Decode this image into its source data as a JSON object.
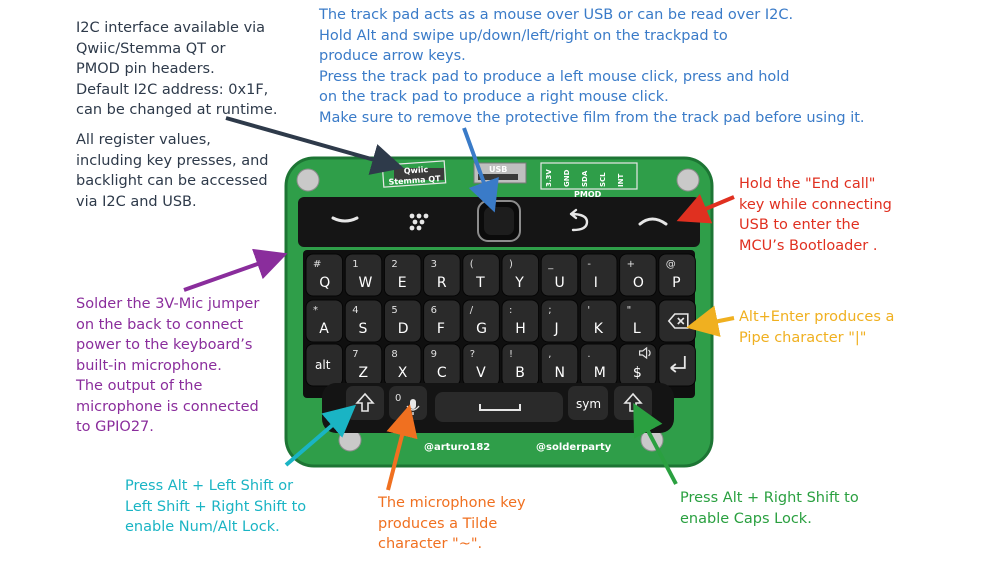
{
  "colors": {
    "i2c_note": "#2e3a4a",
    "register_note": "#2e3a4a",
    "trackpad_note": "#3a7bc8",
    "mic_jumper_note": "#8a2d9c",
    "end_call_note": "#e03020",
    "pipe_note": "#f0b020",
    "num_lock_note": "#1ab4c4",
    "tilde_note": "#f07020",
    "caps_note": "#2aa040",
    "pcb": "#2f9e49",
    "keys": "#1c1c1c"
  },
  "notes": {
    "i2c": [
      "I2C interface available via",
      "Qwiic/Stemma QT or",
      "PMOD pin headers.",
      "Default I2C address: 0x1F,",
      "can be changed at runtime."
    ],
    "registers": [
      "All register values,",
      "including key presses, and",
      "backlight can be accessed",
      "via I2C and USB."
    ],
    "trackpad": [
      "The track pad acts as a mouse over USB or can be read over I2C.",
      "Hold Alt and swipe up/down/left/right on the trackpad to",
      "produce arrow keys.",
      "Press the track pad to produce a left mouse click, press and hold",
      "on the track pad to produce a right mouse click.",
      "Make sure to remove the protective film from the track pad before using it."
    ],
    "mic_jumper": [
      "Solder the 3V-Mic jumper",
      "on the back to connect",
      "power to the keyboard’s",
      "built-in microphone.",
      "The output of the",
      "microphone is connected",
      "to GPIO27."
    ],
    "end_call": [
      "Hold the \"End call\"",
      "key while connecting",
      "USB to enter the",
      "MCU’s Bootloader ."
    ],
    "pipe": [
      "Alt+Enter produces a",
      "Pipe character \"|\""
    ],
    "num_lock": [
      "Press Alt + Left Shift or",
      "Left Shift + Right Shift to",
      "enable Num/Alt Lock."
    ],
    "tilde": [
      "The microphone key",
      "produces a Tilde",
      "character \"~\"."
    ],
    "caps": [
      "Press Alt + Right Shift to",
      "enable Caps Lock."
    ]
  },
  "board": {
    "silk_qwiic": "Qwiic",
    "silk_stemma": "Stemma QT",
    "silk_usb": "USB",
    "silk_pmod": "PMOD",
    "pmod_pins": [
      "3.3V",
      "GND",
      "SDA",
      "SCL",
      "INT"
    ],
    "credit_left": "@arturo182",
    "credit_right": "@solderparty"
  },
  "keyboard": {
    "row1": [
      {
        "main": "Q",
        "alt": "#"
      },
      {
        "main": "W",
        "alt": "1"
      },
      {
        "main": "E",
        "alt": "2"
      },
      {
        "main": "R",
        "alt": "3"
      },
      {
        "main": "T",
        "alt": "("
      },
      {
        "main": "Y",
        "alt": ")"
      },
      {
        "main": "U",
        "alt": "_"
      },
      {
        "main": "I",
        "alt": "-"
      },
      {
        "main": "O",
        "alt": "+"
      },
      {
        "main": "P",
        "alt": "@"
      }
    ],
    "row2": [
      {
        "main": "A",
        "alt": "*"
      },
      {
        "main": "S",
        "alt": "4"
      },
      {
        "main": "D",
        "alt": "5"
      },
      {
        "main": "F",
        "alt": "6"
      },
      {
        "main": "G",
        "alt": "/"
      },
      {
        "main": "H",
        "alt": ":"
      },
      {
        "main": "J",
        "alt": ";"
      },
      {
        "main": "K",
        "alt": "'"
      },
      {
        "main": "L",
        "alt": "\""
      }
    ],
    "row3": [
      {
        "main": "alt",
        "alt": ""
      },
      {
        "main": "Z",
        "alt": "7"
      },
      {
        "main": "X",
        "alt": "8"
      },
      {
        "main": "C",
        "alt": "9"
      },
      {
        "main": "V",
        "alt": "?"
      },
      {
        "main": "B",
        "alt": "!"
      },
      {
        "main": "N",
        "alt": ","
      },
      {
        "main": "M",
        "alt": "."
      },
      {
        "main": "$",
        "alt": ""
      }
    ],
    "row4": {
      "mic_alt": "0",
      "sym": "sym"
    }
  }
}
